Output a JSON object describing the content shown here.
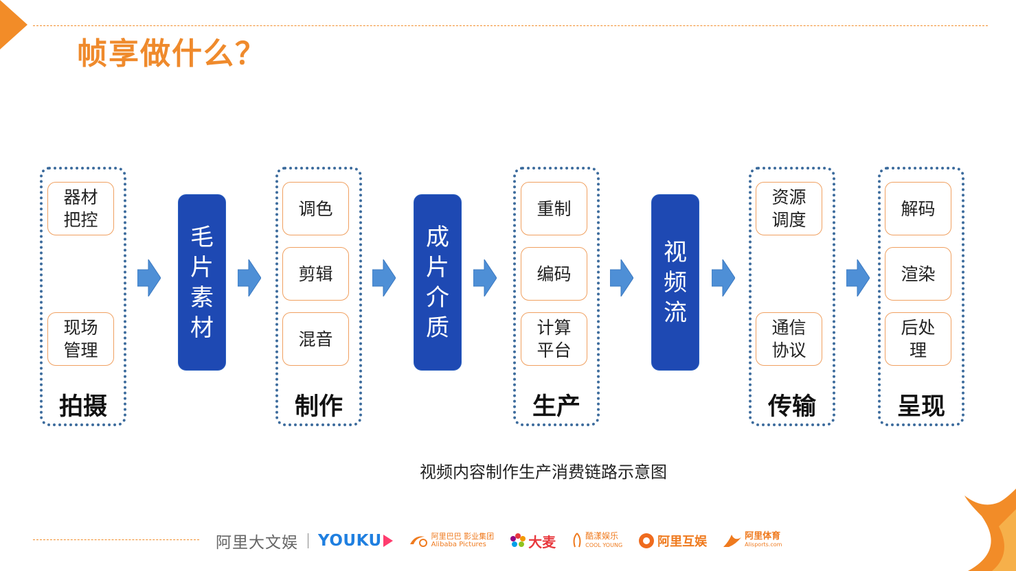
{
  "title": "帧享做什么？",
  "stages": [
    {
      "label": "拍摄",
      "items": [
        [
          "器材",
          "把控"
        ],
        [
          "现场",
          "管理"
        ]
      ]
    },
    {
      "label": "制作",
      "items": [
        [
          "调色"
        ],
        [
          "剪辑"
        ],
        [
          "混音"
        ]
      ]
    },
    {
      "label": "生产",
      "items": [
        [
          "重制"
        ],
        [
          "编码"
        ],
        [
          "计算",
          "平台"
        ]
      ]
    },
    {
      "label": "传输",
      "items": [
        [
          "资源",
          "调度"
        ],
        [
          "通信",
          "协议"
        ]
      ]
    },
    {
      "label": "呈现",
      "items": [
        [
          "解码"
        ],
        [
          "渲染"
        ],
        [
          "后处",
          "理"
        ]
      ]
    }
  ],
  "outputs": [
    {
      "chars": [
        "毛",
        "片",
        "素",
        "材"
      ]
    },
    {
      "chars": [
        "成",
        "片",
        "介",
        "质"
      ]
    },
    {
      "chars": [
        "视",
        "频",
        "流"
      ]
    }
  ],
  "caption": "视频内容制作生产消费链路示意图",
  "footer": {
    "brand_main": "阿里大文娱",
    "logos": [
      "YOUKU",
      "阿里巴巴 影业集团",
      "Alibaba Pictures",
      "大麦",
      "酷漾娱乐",
      "COOL YOUNG",
      "阿里互娱",
      "阿里体育",
      "Alisports.com"
    ]
  },
  "colors": {
    "accent": "#ef8a2c",
    "primary": "#1e49b3",
    "dotted": "#3d6c9d",
    "arrow": "#4e8fd6"
  }
}
